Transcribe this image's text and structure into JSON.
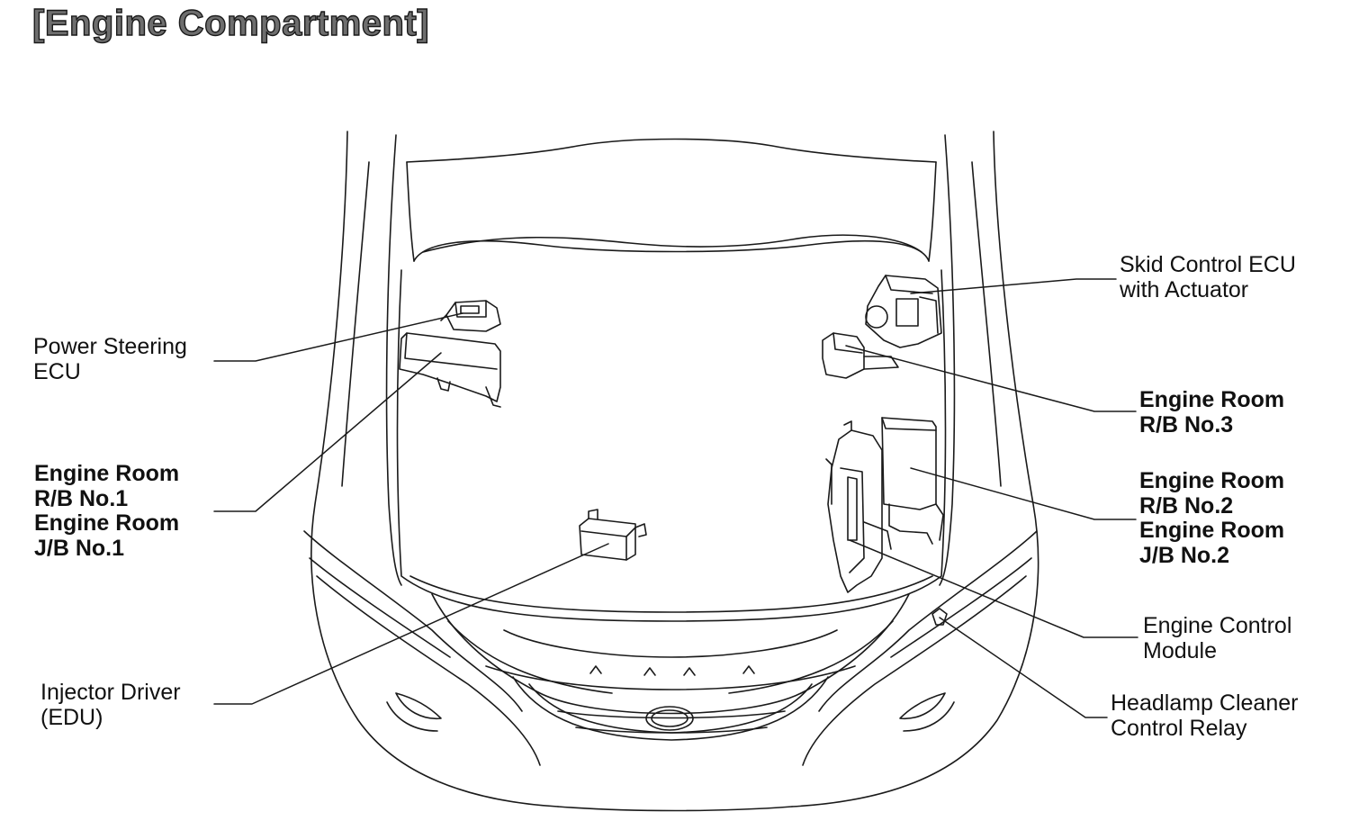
{
  "title": "[Engine Compartment]",
  "labels": {
    "power_steering_ecu": [
      "Power Steering",
      "ECU"
    ],
    "engine_room_rb1_jb1": [
      "Engine Room",
      "R/B No.1",
      "Engine Room",
      "J/B No.1"
    ],
    "injector_driver": [
      "Injector Driver",
      "(EDU)"
    ],
    "skid_control_ecu": [
      "Skid Control ECU",
      "with Actuator"
    ],
    "engine_room_rb3": [
      "Engine Room",
      "R/B No.3"
    ],
    "engine_room_rb2_jb2": [
      "Engine Room",
      "R/B No.2",
      "Engine Room",
      "J/B No.2"
    ],
    "engine_control_module": [
      "Engine Control",
      "Module"
    ],
    "headlamp_cleaner_relay": [
      "Headlamp Cleaner",
      "Control Relay"
    ]
  },
  "colors": {
    "line": "#1a1a1a",
    "text": "#111111",
    "title_fill": "#6e6e6e"
  }
}
